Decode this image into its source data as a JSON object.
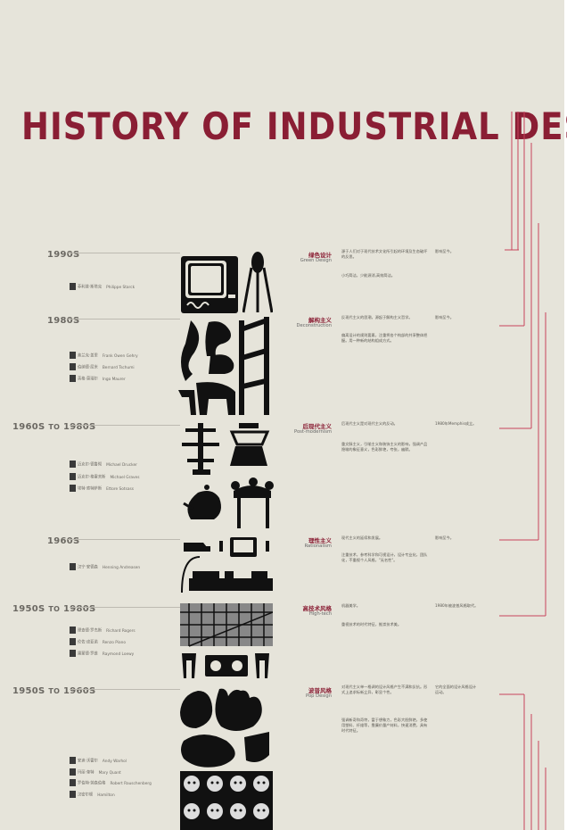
{
  "title": "HISTORY OF INDUSTRIAL DESIGN",
  "colors": {
    "background": "#e6e4da",
    "accent": "#8a1e34",
    "ink": "#111111",
    "line": "#c8435c"
  },
  "timeline": [
    {
      "era": "1990S",
      "designers": [
        {
          "cn": "菲利普·斯塔克",
          "en": "Philippe Starck"
        }
      ],
      "style_cn": "绿色设计",
      "style_en": "Green Design",
      "desc": [
        "源于人们对于现代技术文化所引起的环境及生态破坏的反思。",
        "小巧简洁，少能源消,高效简洁。"
      ],
      "note": "影响至今。"
    },
    {
      "era": "1980S",
      "designers": [
        {
          "cn": "弗兰克·盖里",
          "en": "Frank Owen Gehry"
        },
        {
          "cn": "伯纳德·屈米",
          "en": "Bernard Tschumi"
        },
        {
          "cn": "英格·莫瑞尔",
          "en": "Ingo Maurer"
        }
      ],
      "style_cn": "解构主义",
      "style_en": "Deconstruction",
      "desc": [
        "反现代主义的思潮，源起于解构主义哲学。",
        "偏离设计的规则要素，注重将各个构部的共享整体把握。用一种新的结构组成方式。"
      ],
      "note": "影响至今。"
    },
    {
      "era": "1960S",
      "era_to": "TO",
      "era_end": "1980S",
      "designers": [
        {
          "cn": "迈克尔·德鲁彻",
          "en": "Michael Drucker"
        },
        {
          "cn": "迈克尔·格雷夫斯",
          "en": "Michael Graves"
        },
        {
          "cn": "埃特·索特萨斯",
          "en": "Ettore Sotsass"
        }
      ],
      "style_cn": "后现代主义",
      "style_en": "Post-modernism",
      "desc": [
        "后现代主义是对现代主义的反动。",
        "重文脉主义，引喻主义和装饰主义的影响，强调产品隐喻的象征意义，色彩鲜艳，夸张，幽默。"
      ],
      "note": "1980年Memphis成立。"
    },
    {
      "era": "1960S",
      "designers": [
        {
          "cn": "汉宁·安德森",
          "en": "Henning Andreasen"
        }
      ],
      "style_cn": "理性主义",
      "style_en": "Rationalism",
      "desc": [
        "现代主义的延续和发展。",
        "注重技术，参考科学和可视设计，设计专业化，团队化，不重视个人风格，\"无名性\"。"
      ],
      "note": "影响至今。"
    },
    {
      "era": "1950S",
      "era_to": "TO",
      "era_end": "1980S",
      "designers": [
        {
          "cn": "理查德·罗杰斯",
          "en": "Richard Rogers"
        },
        {
          "cn": "伦佐·皮亚诺",
          "en": "Renzo Piano"
        },
        {
          "cn": "雷蒙德·罗维",
          "en": "Raymond Loewy"
        }
      ],
      "style_cn": "高技术风格",
      "style_en": "High-tech",
      "desc": [
        "机器美学。",
        "重视技术的时代特征，推崇技术美。"
      ],
      "note": "1980年被波普风格取代。"
    },
    {
      "era": "1950S",
      "era_to": "TO",
      "era_end": "1960S",
      "designers": [
        {
          "cn": "安迪·沃霍尔",
          "en": "Andy Warhol"
        },
        {
          "cn": "玛丽·奎特",
          "en": "Mary Quant"
        },
        {
          "cn": "罗伯特·劳森伯格",
          "en": "Robert Rauschenberg"
        },
        {
          "cn": "汉密尔顿",
          "en": "Hamilton"
        }
      ],
      "style_cn": "波普风格",
      "style_en": "Pop Design",
      "desc": [
        "对现代主义单一格调的设计风格产生不满和反抗。形式上追求标新立异，彰显个性。",
        "强调新奇和奇特，富于想象力，色彩大胆鲜艳，多使用塑料、纤维等，靠廉价量产材料，快速消费，具有时代特征。"
      ],
      "note": "它的全面的设计风格设计运动。"
    }
  ]
}
